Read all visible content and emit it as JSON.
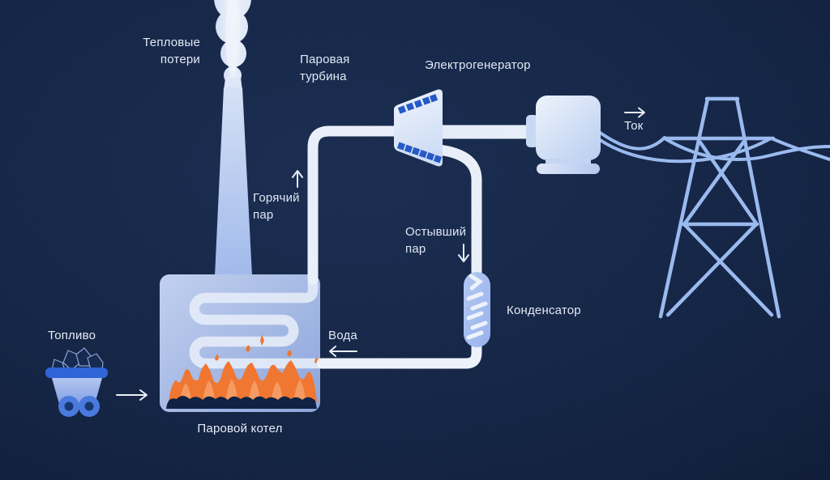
{
  "diagram": {
    "labels": {
      "heat_losses": "Тепловые потери",
      "steam_turbine": "Паровая турбина",
      "generator": "Электрогенератор",
      "current": "Ток",
      "hot_steam": "Горячий пар",
      "cooled_steam": "Остывший пар",
      "condenser": "Конденсатор",
      "water": "Вода",
      "boiler": "Паровой котел",
      "fuel": "Топливо"
    },
    "arrows": {
      "fuel_to_boiler": "right",
      "hot_steam": "up",
      "current": "right",
      "cooled_steam": "down",
      "water": "left"
    },
    "components": [
      "smoke-plume",
      "smokestack",
      "steam-boiler",
      "serpentine-coil",
      "flames",
      "coals",
      "coal-cart",
      "steam-turbine",
      "shaft",
      "electric-generator",
      "condenser",
      "power-lines",
      "transmission-tower",
      "pipes"
    ],
    "colors": {
      "background": "#0e1e3c",
      "pipe_white": "#f3f7fd",
      "structure_blue": "#9cbcf0",
      "flame_orange": "#f4772e",
      "flame_light": "#f99b60",
      "turbine_blade_blue": "#2458c8",
      "cart_rim_blue": "#2f64d6",
      "condenser_fill": "#a9c2f2",
      "coal_dark": "#0f2141",
      "label_text": "#e9eef8"
    }
  }
}
